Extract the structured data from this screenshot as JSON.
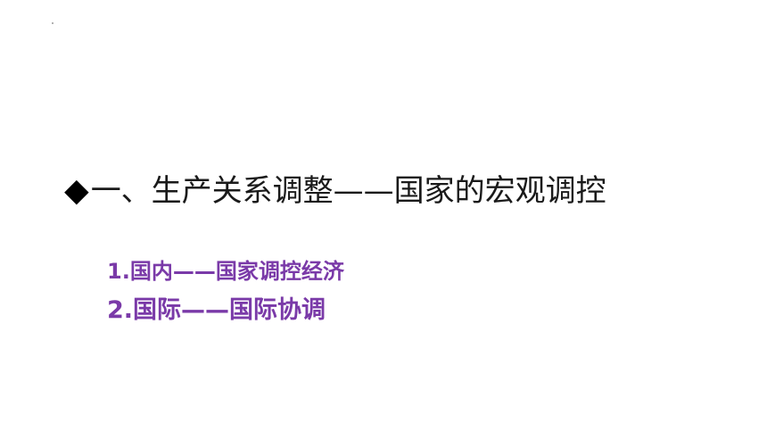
{
  "slide": {
    "heading": {
      "bullet": "◆",
      "text": "一、生产关系调整——国家的宏观调控"
    },
    "subpoints": [
      {
        "text": "1.国内——国家调控经济"
      },
      {
        "text": "2.国际——国际协调"
      }
    ]
  },
  "colors": {
    "heading": "#1a1a1a",
    "subpoint": "#7a3aa8",
    "background": "#ffffff"
  }
}
